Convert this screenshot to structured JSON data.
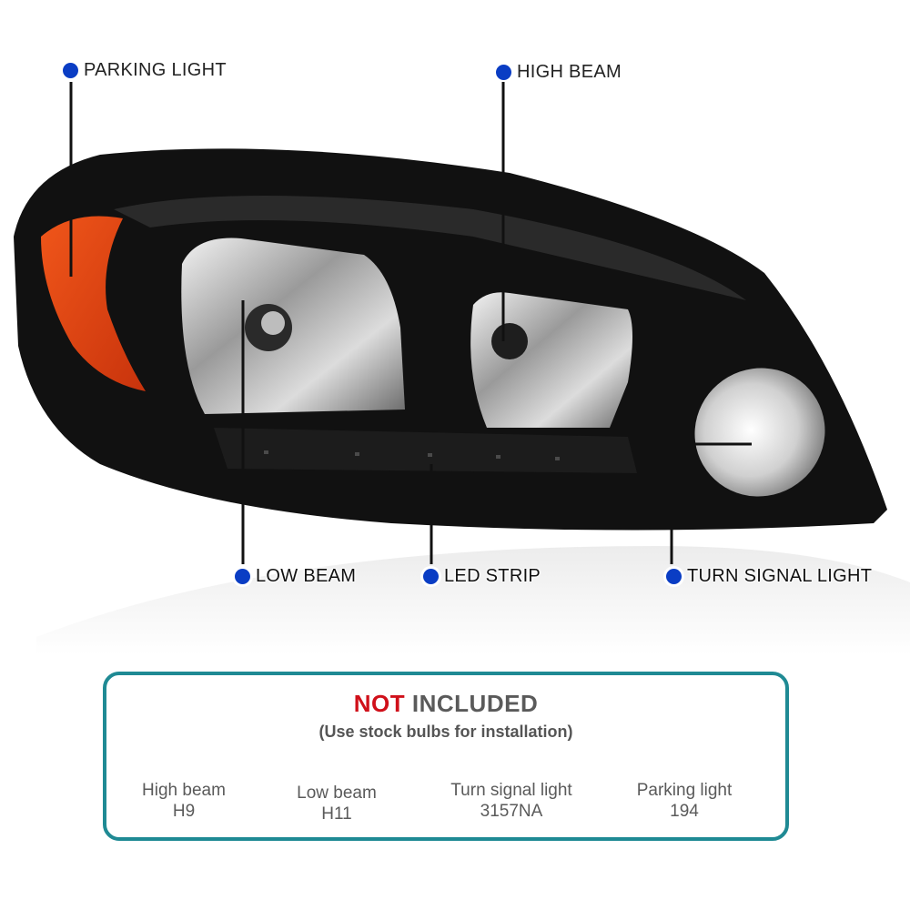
{
  "colors": {
    "dot_blue": "#0a3dc4",
    "box_border": "#1f8a94",
    "not_red": "#d0101a",
    "text_gray": "#5a5a5a",
    "amber": "#e8420f"
  },
  "callouts": {
    "parking_light": "PARKING LIGHT",
    "high_beam": "HIGH BEAM",
    "low_beam": "LOW BEAM",
    "led_strip": "LED STRIP",
    "turn_signal_light": "TURN SIGNAL LIGHT"
  },
  "notice": {
    "title_highlight": "NOT",
    "title_rest": "INCLUDED",
    "subtitle": "(Use stock bulbs for installation)",
    "bulbs": [
      {
        "label": "High beam",
        "value": "H9"
      },
      {
        "label": "Low beam",
        "value": "H11"
      },
      {
        "label": "Turn signal light",
        "value": "3157NA"
      },
      {
        "label": "Parking light",
        "value": "194"
      }
    ]
  }
}
